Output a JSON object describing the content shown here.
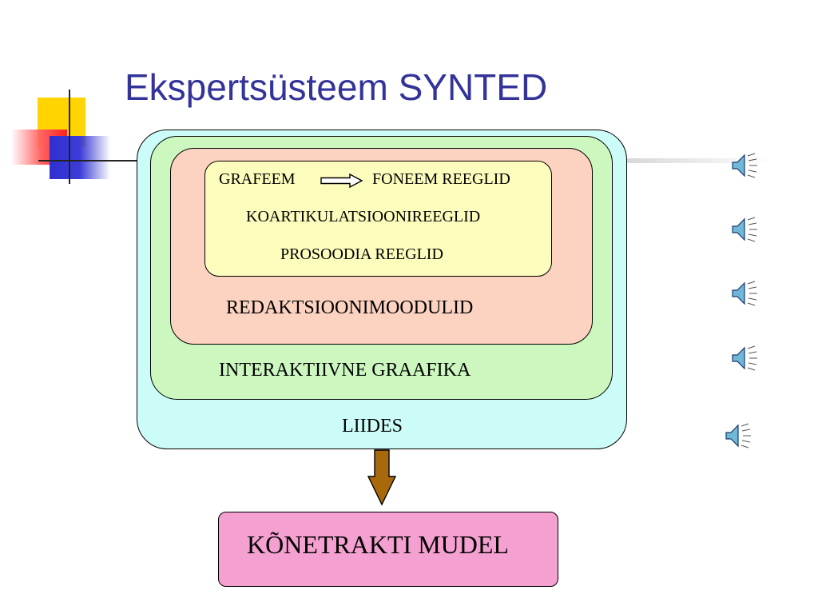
{
  "slide": {
    "title": "Ekspertsüsteem SYNTED"
  },
  "diagram": {
    "rules": {
      "grafeem": "GRAFEEM",
      "foneem": "FONEEM REEGLID",
      "koartikulatsioon": "KOARTIKULATSIOONIREEGLID",
      "prosoodia": "PROSOODIA REEGLID"
    },
    "redaktsioon": "REDAKTSIOONIMOODULID",
    "graafika": "INTERAKTIIVNE GRAAFIKA",
    "liides": "LIIDES",
    "model": "KÕNETRAKTI MUDEL"
  },
  "colors": {
    "title": "#333399",
    "liides": "#ccfcf8",
    "graafika": "#ccf8c0",
    "redaktsioon": "#fcd2c0",
    "rules": "#fcfcbc",
    "model": "#f4a0d0",
    "arrow": "#a8690c"
  },
  "icons": {
    "speaker": "speaker-icon"
  }
}
